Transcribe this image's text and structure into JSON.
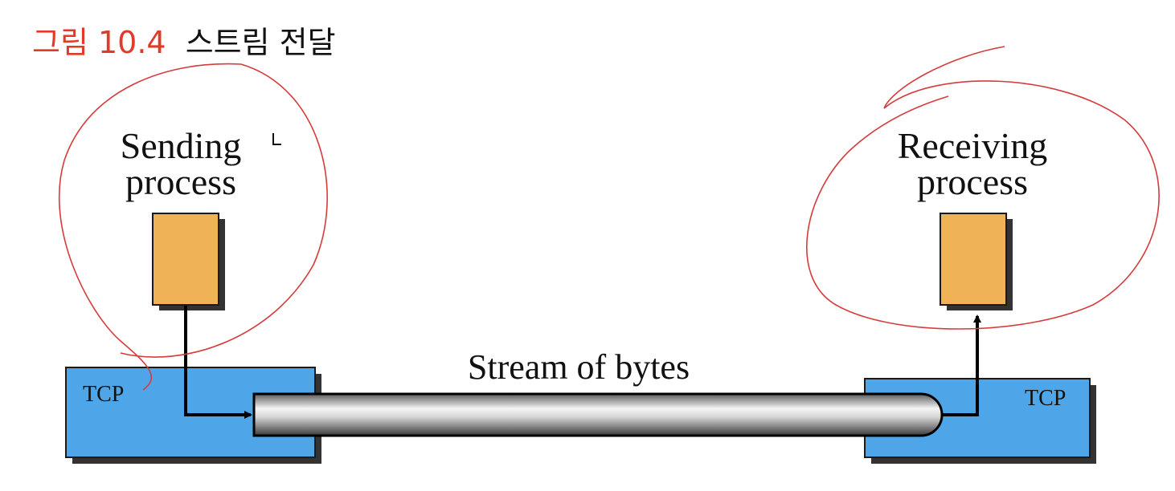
{
  "figure": {
    "label": "그림 10.4",
    "title": "스트림 전달"
  },
  "sender": {
    "label_line1": "Sending",
    "label_line2": "process",
    "tcp_label": "TCP"
  },
  "receiver": {
    "label_line1": "Receiving",
    "label_line2": "process",
    "tcp_label": "TCP"
  },
  "stream": {
    "label": "Stream of bytes"
  },
  "annotations": {
    "handwritten_mark": "ㄴ"
  },
  "colors": {
    "figure_label": "#e03a2a",
    "process_box": "#efb257",
    "tcp_box": "#4ea6e8",
    "shadow": "#333333",
    "ink_annotation": "#d63b3b",
    "text": "#111111"
  }
}
